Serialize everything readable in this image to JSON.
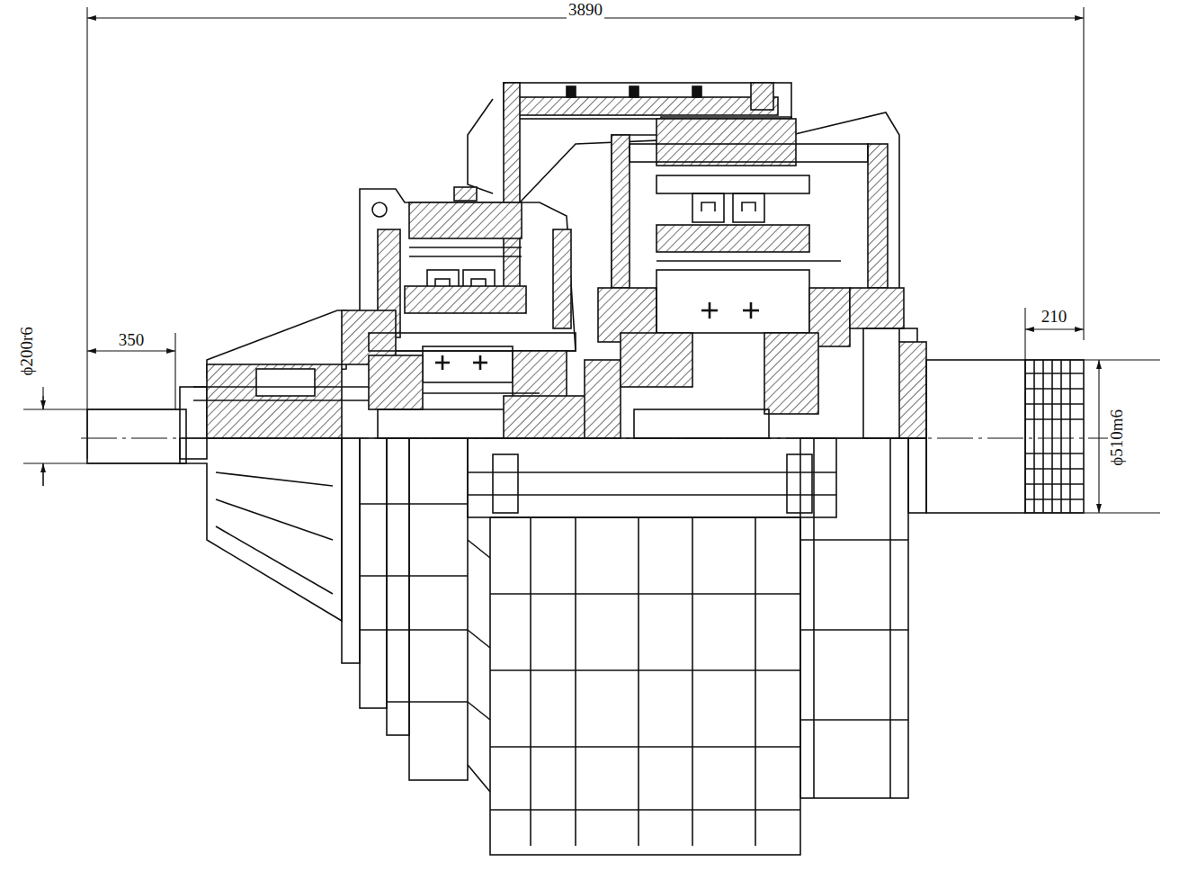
{
  "diagram": {
    "labels": [
      "3890",
      "350",
      "ϕ200r6",
      "210",
      "ϕ510m6"
    ]
  }
}
